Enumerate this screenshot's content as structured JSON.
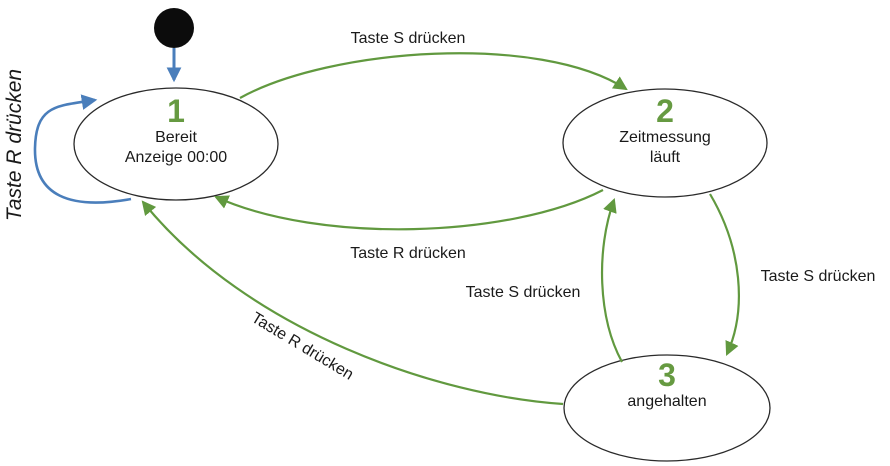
{
  "diagram": {
    "kind": "state-diagram",
    "language": "de"
  },
  "colors": {
    "transition_green": "#61993f",
    "transition_blue": "#4a7ebb",
    "state_number_green": "#669a41",
    "initial_dot_black": "#0c0c0c",
    "ellipse_stroke": "#2a2a2a",
    "background": "#ffffff"
  },
  "states": [
    {
      "number": "1",
      "lines": [
        "Bereit",
        "Anzeige 00:00"
      ]
    },
    {
      "number": "2",
      "lines": [
        "Zeitmessung",
        "läuft"
      ]
    },
    {
      "number": "3",
      "lines": [
        "angehalten"
      ]
    }
  ],
  "transitions": {
    "t1_to_2": {
      "label": "Taste S drücken"
    },
    "t2_to_1": {
      "label": "Taste R drücken"
    },
    "t2_to_3": {
      "label": "Taste S drücken"
    },
    "t3_to_2": {
      "label": "Taste S drücken"
    },
    "t3_to_1": {
      "label": "Taste R drücken"
    },
    "t1_self": {
      "label": "Taste R drücken"
    }
  }
}
